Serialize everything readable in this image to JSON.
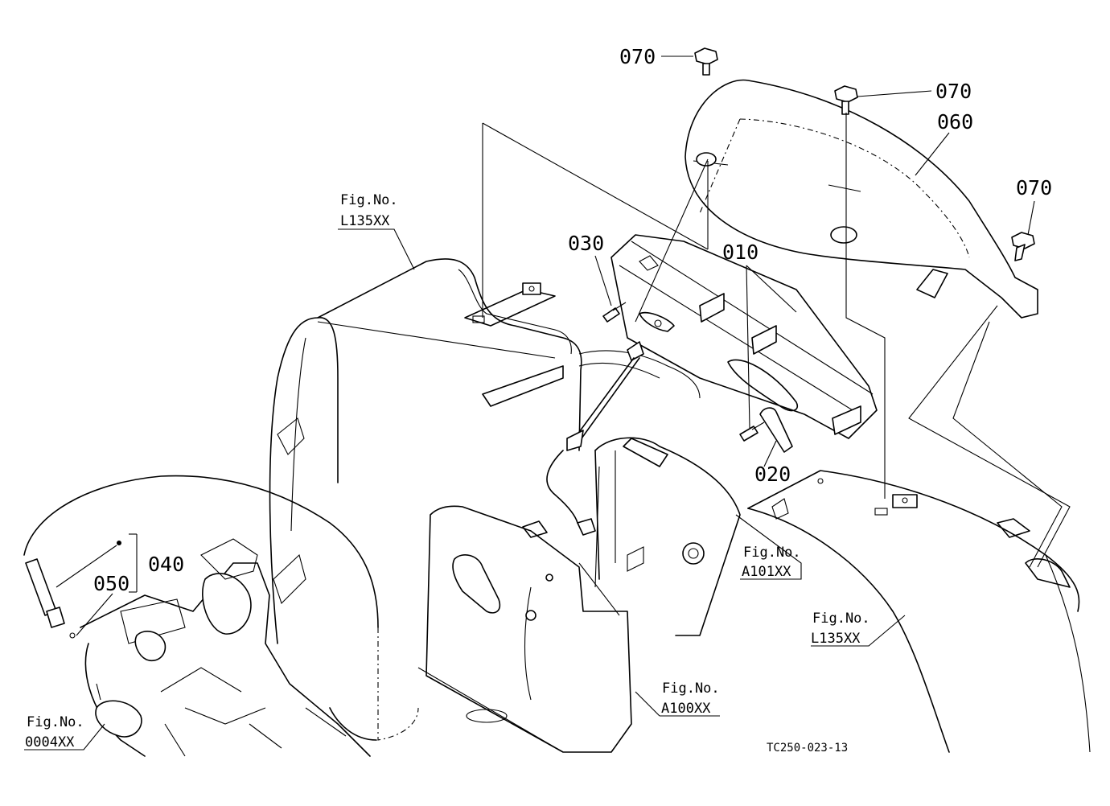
{
  "callouts": {
    "p070_top_left": "070",
    "p070_top_right": "070",
    "p060": "060",
    "p070_right": "070",
    "p030": "030",
    "p010": "010",
    "p020": "020",
    "p040": "040",
    "p050": "050"
  },
  "figure_refs": {
    "l135_upper": {
      "label": "Fig.No.",
      "number": "L135XX"
    },
    "a101": {
      "label": "Fig.No.",
      "number": "A101XX"
    },
    "l135_lower": {
      "label": "Fig.No.",
      "number": "L135XX"
    },
    "a100": {
      "label": "Fig.No.",
      "number": "A100XX"
    },
    "f0004": {
      "label": "Fig.No.",
      "number": "0004XX"
    }
  },
  "drawing_code": "TC250-023-13"
}
